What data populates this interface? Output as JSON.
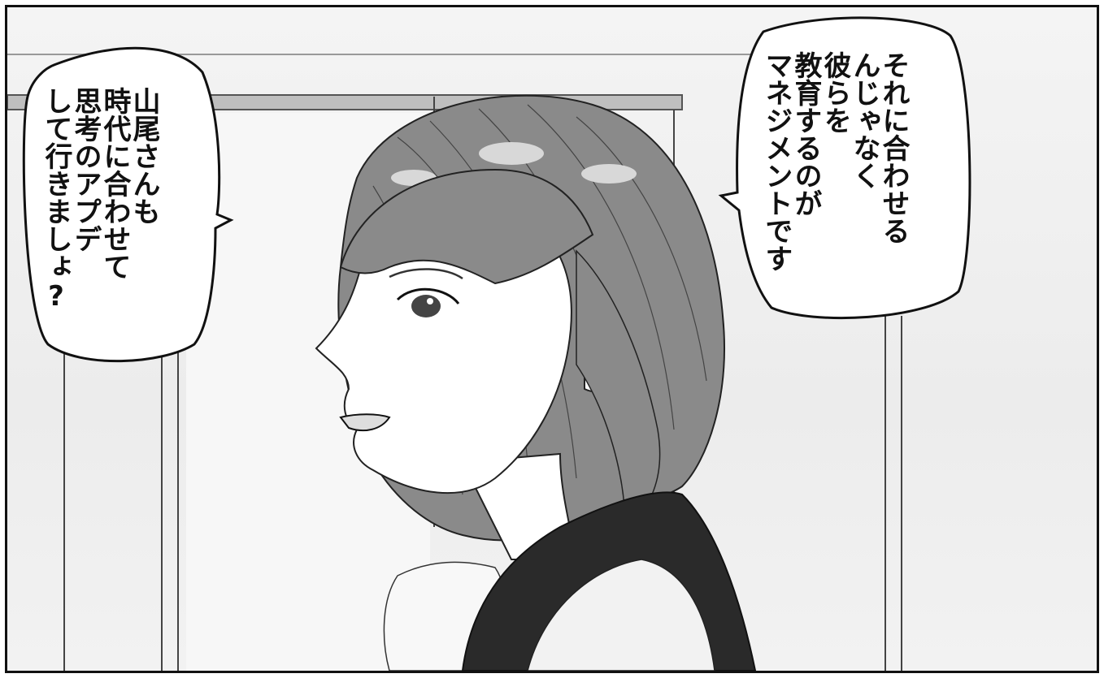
{
  "speech_bubbles": {
    "left": {
      "lines": [
        "山尾さんも",
        "時代に合わせて",
        "思考のアプデ",
        "して行きましょ?"
      ]
    },
    "right": {
      "lines": [
        "それに合わせる",
        "んじゃなく",
        "彼らを",
        "教育するのが",
        "マネジメントです"
      ]
    }
  },
  "colors": {
    "ink": "#111111",
    "hair": "#7a7a7a",
    "skin": "#ffffff",
    "background": "#ececec",
    "vest": "#2a2a2a"
  }
}
